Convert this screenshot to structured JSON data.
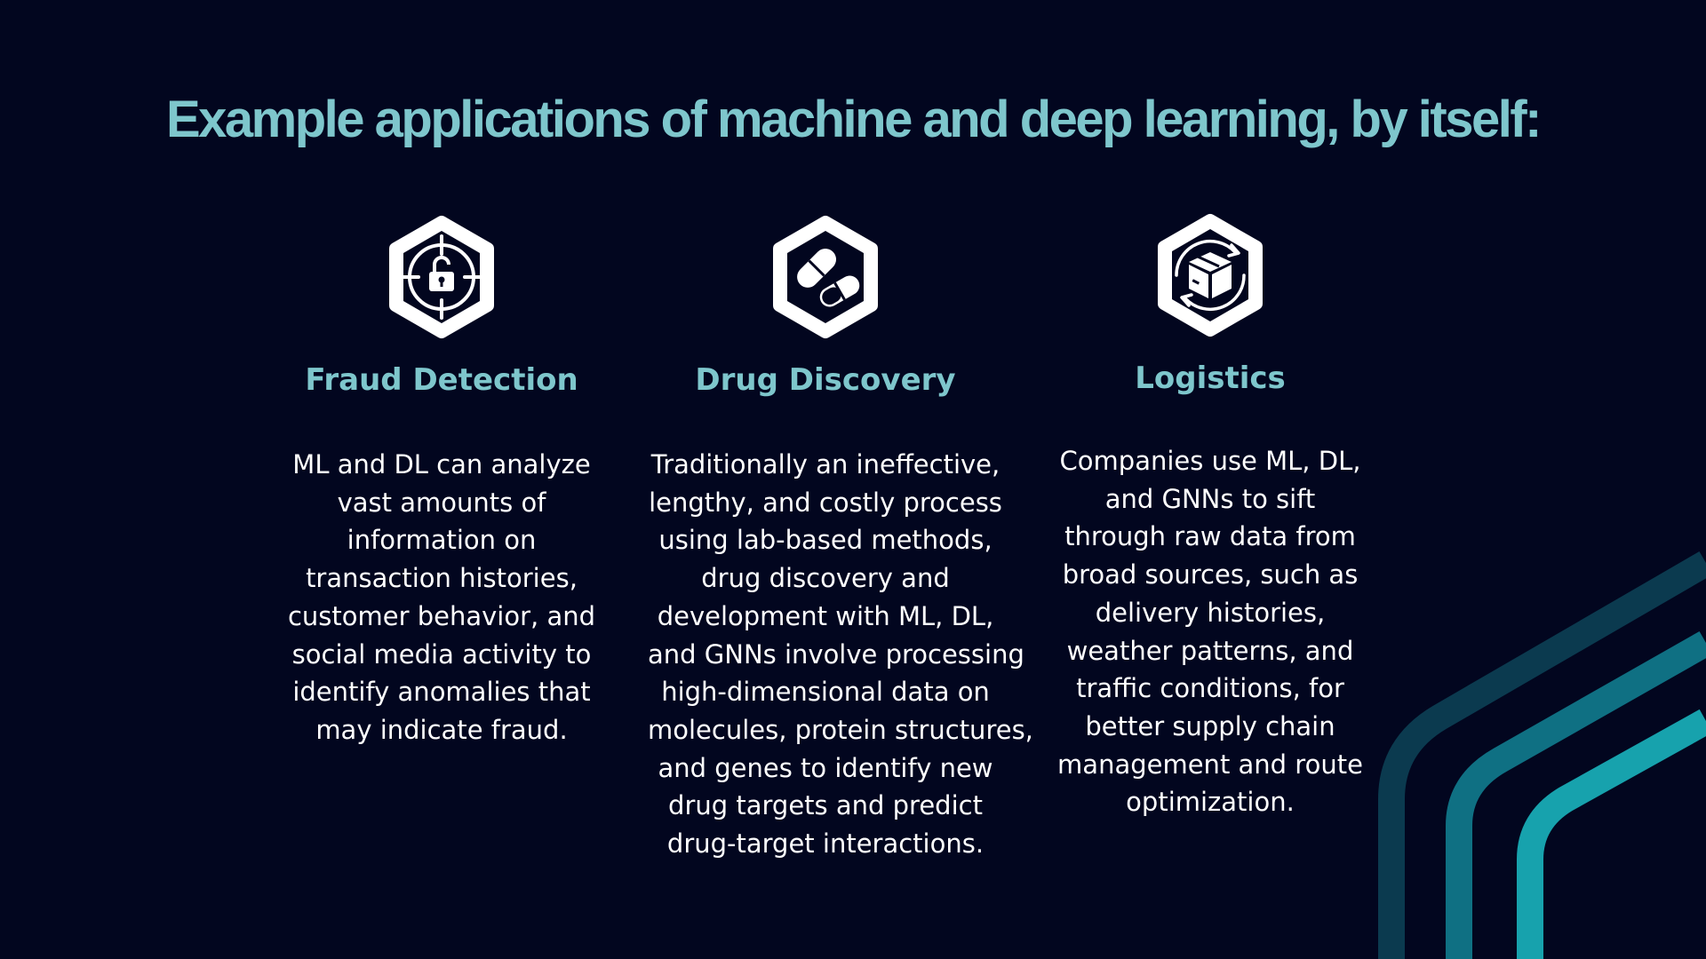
{
  "colors": {
    "background": "#02061f",
    "accent": "#7ec6cc",
    "text": "#ffffff",
    "decor_dark": "#0b3a4f",
    "decor_mid": "#0f7083",
    "decor_light": "#17a2ad"
  },
  "title": "Example applications of machine and deep learning, by itself:",
  "cards": [
    {
      "icon": "lock-target-icon",
      "heading": "Fraud Detection",
      "lines": [
        "ML and DL can analyze",
        "vast amounts of",
        "information on",
        "transaction histories,",
        "customer behavior, and",
        "social media activity to",
        "identify anomalies that",
        "may indicate fraud."
      ]
    },
    {
      "icon": "capsule-pills-icon",
      "heading": "Drug Discovery",
      "lines": [
        "Traditionally an ineffective,",
        "lengthy, and costly process",
        "using lab-based methods,",
        "drug discovery and",
        "development with ML, DL,",
        "and GNNs involve processing",
        "high-dimensional data on",
        "molecules, protein structures,",
        "and genes to identify new",
        "drug targets and predict",
        "drug-target interactions."
      ]
    },
    {
      "icon": "package-cycle-icon",
      "heading": "Logistics",
      "lines": [
        "Companies use ML, DL,",
        "and GNNs to sift",
        "through raw data from",
        "broad sources, such as",
        "delivery histories,",
        "weather patterns, and",
        "traffic conditions, for",
        "better supply chain",
        "management and route",
        "optimization."
      ]
    }
  ]
}
